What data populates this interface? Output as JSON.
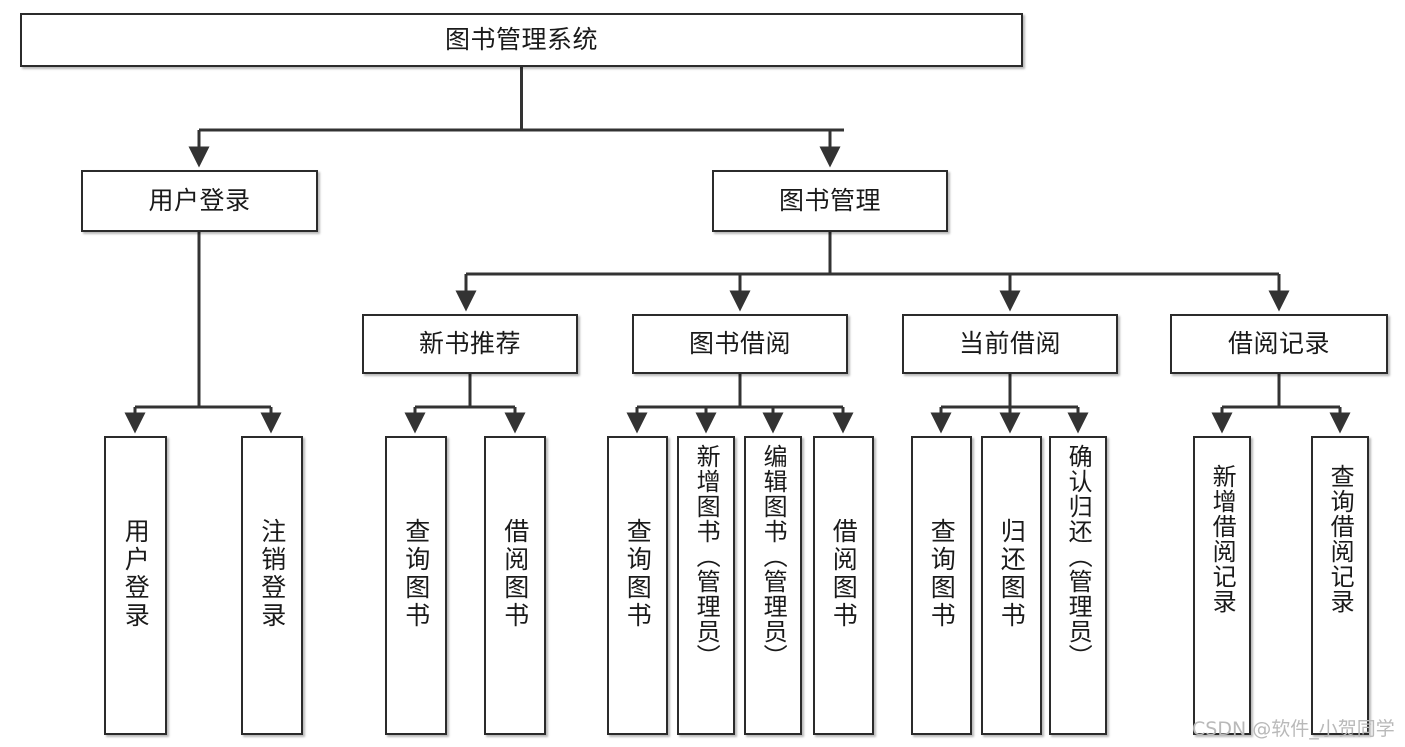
{
  "diagram": {
    "type": "tree",
    "title": "图书管理系统",
    "root": {
      "id": "root",
      "label": "图书管理系统"
    },
    "level2": [
      {
        "id": "user-login",
        "label": "用户登录"
      },
      {
        "id": "book-manage",
        "label": "图书管理"
      }
    ],
    "level3": [
      {
        "id": "new-book-rec",
        "label": "新书推荐",
        "parent": "book-manage"
      },
      {
        "id": "book-borrow",
        "label": "图书借阅",
        "parent": "book-manage"
      },
      {
        "id": "current-borrow",
        "label": "当前借阅",
        "parent": "book-manage"
      },
      {
        "id": "borrow-record",
        "label": "借阅记录",
        "parent": "book-manage"
      }
    ],
    "leaves": [
      {
        "id": "leaf-user-login",
        "label": "用户登录",
        "parent": "user-login"
      },
      {
        "id": "leaf-logout",
        "label": "注销登录",
        "parent": "user-login"
      },
      {
        "id": "leaf-query-book-1",
        "label": "查询图书",
        "parent": "new-book-rec"
      },
      {
        "id": "leaf-borrow-book-1",
        "label": "借阅图书",
        "parent": "new-book-rec"
      },
      {
        "id": "leaf-query-book-2",
        "label": "查询图书",
        "parent": "book-borrow"
      },
      {
        "id": "leaf-add-book",
        "label": "新增图书（管理员）",
        "parent": "book-borrow"
      },
      {
        "id": "leaf-edit-book",
        "label": "编辑图书（管理员）",
        "parent": "book-borrow"
      },
      {
        "id": "leaf-borrow-book-2",
        "label": "借阅图书",
        "parent": "book-borrow"
      },
      {
        "id": "leaf-query-book-3",
        "label": "查询图书",
        "parent": "current-borrow"
      },
      {
        "id": "leaf-return-book",
        "label": "归还图书",
        "parent": "current-borrow"
      },
      {
        "id": "leaf-confirm-return",
        "label": "确认归还（管理员）",
        "parent": "current-borrow"
      },
      {
        "id": "leaf-add-record",
        "label": "新增借阅记录",
        "parent": "borrow-record"
      },
      {
        "id": "leaf-query-record",
        "label": "查询借阅记录",
        "parent": "borrow-record"
      }
    ],
    "colors": {
      "node_border": "#2b2b2b",
      "node_fill": "#ffffff",
      "connector": "#333333",
      "text": "#1a1a1a",
      "watermark": "#b9b9b9",
      "background": "#ffffff"
    }
  },
  "watermark": {
    "text": "CSDN @软件_小贺同学"
  }
}
